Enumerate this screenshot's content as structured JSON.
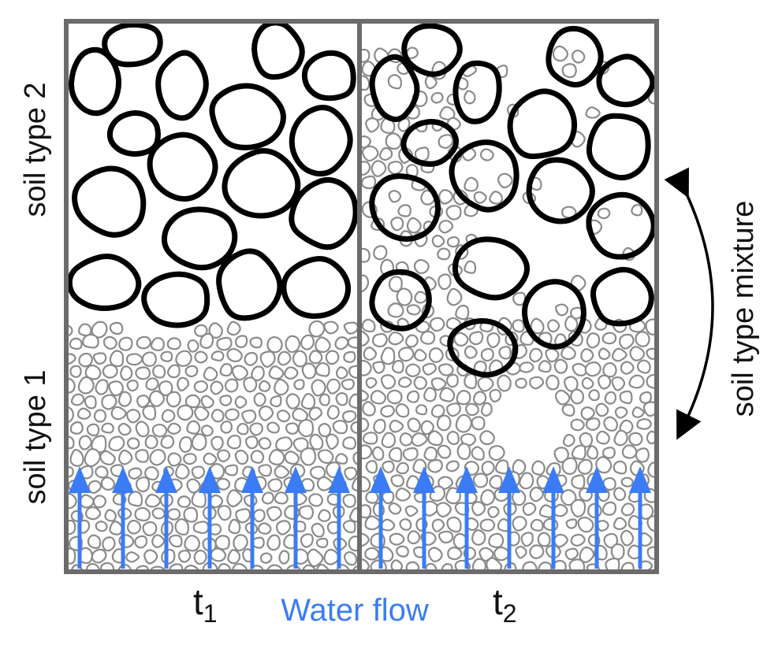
{
  "labels": {
    "soil_type_2": "soil type 2",
    "soil_type_1": "soil type 1",
    "mixture": "soil type mixture",
    "water_flow": "Water flow",
    "t1_base": "t",
    "t1_sub": "1",
    "t2_base": "t",
    "t2_sub": "2"
  },
  "colors": {
    "water": "#3b7cf5",
    "frame": "#6b6b6b",
    "fine_particle": "#8a8a8a",
    "coarse_particle": "#000000"
  },
  "icons": {
    "water_arrow": "arrow-up-icon",
    "mixture_arrow": "curved-double-arrow-icon"
  }
}
